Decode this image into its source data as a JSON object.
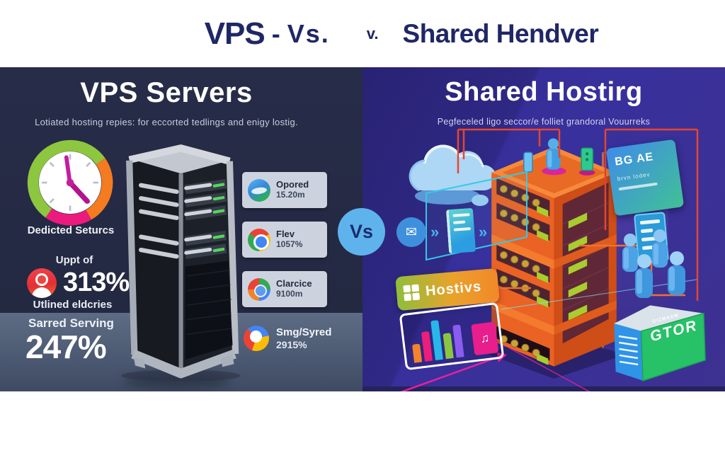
{
  "colors": {
    "title_navy": "#1f2766",
    "left_panel_bg": "#252b45",
    "left_floor": "#51607a",
    "right_panel_bg": "#38309c",
    "vs_circle": "#5fb3ed",
    "stat_card_bg": "#cdd3de",
    "rack_orange": "#e8622a",
    "accent_magenta": "#e81e8c",
    "accent_green": "#8fbe3a",
    "accent_blue": "#4aa3e8"
  },
  "header": {
    "title_vps": "VPS",
    "title_dash": "-",
    "title_vs": "Vs.",
    "title_v": "v.",
    "title_shared": "Shared Hendver"
  },
  "left": {
    "heading": "VPS Servers",
    "subtitle": "Lotiated hosting repies: for eccorted tedlings and enigy lostig.",
    "clock_caption": "Dedicted Seturcs",
    "uptime_label": "Uppt of",
    "uptime_value": "313%",
    "uptime_caption": "Utlined eldcries",
    "shared_label": "Sarred Serving",
    "shared_value": "247%",
    "stats": [
      {
        "icon": "globe-browser-icon",
        "label": "Opored",
        "value": "15.20m"
      },
      {
        "icon": "chrome-icon",
        "label": "Flev",
        "value": "1057%"
      },
      {
        "icon": "colorwheel-icon",
        "label": "Clarcice",
        "value": "9100m"
      },
      {
        "icon": "multicolor-ring-icon",
        "label": "Smg/Syred",
        "value": "2915%"
      }
    ]
  },
  "vs_label": "Vs",
  "right": {
    "heading": "Shared Hostirg",
    "subtitle": "Pegfeceled ligo seccor/e folliet grandoral Vouurreks",
    "hostivs_label": "Hostivs",
    "bg_card_title": "BG AE",
    "bg_card_sub": "brvn lodev",
    "gtor_small": "GIZMAXW",
    "gtor_label": "GTOR",
    "chart_note": "♫",
    "chart_bars": [
      {
        "h": 26,
        "c": "#f5822d"
      },
      {
        "h": 42,
        "c": "#ec1e79"
      },
      {
        "h": 56,
        "c": "#29b6e8"
      },
      {
        "h": 36,
        "c": "#8bc63f"
      },
      {
        "h": 46,
        "c": "#8a5cf0"
      }
    ]
  }
}
